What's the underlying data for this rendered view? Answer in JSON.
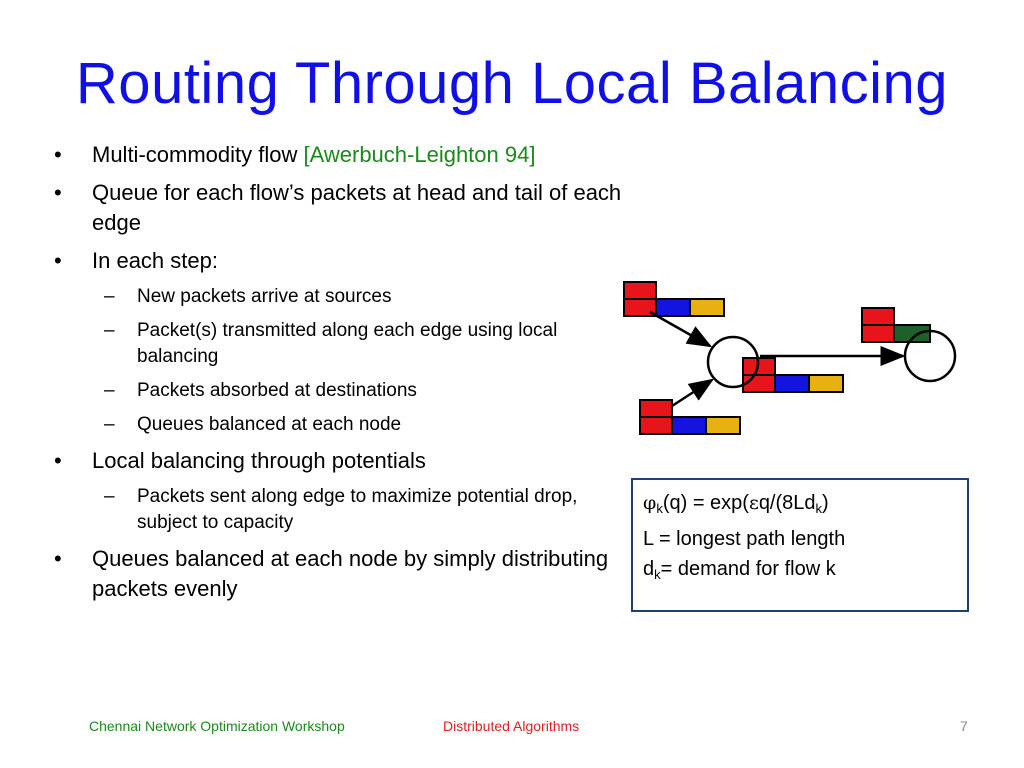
{
  "slide": {
    "title": "Routing Through Local Balancing"
  },
  "bullets": {
    "b1_text": "Multi-commodity flow ",
    "b1_cite": "[Awerbuch-Leighton 94]",
    "b2": "Queue for each flow’s packets at head and tail of each edge",
    "b3": "In each step:",
    "b3_1": "New packets arrive at sources",
    "b3_2": "Packet(s) transmitted along each edge using local balancing",
    "b3_3": "Packets absorbed at destinations",
    "b3_4": "Queues balanced at each node",
    "b4": "Local balancing through potentials",
    "b4_1": "Packets sent along edge to maximize potential drop, subject to capacity",
    "b5": "Queues balanced at each node by simply distributing packets evenly"
  },
  "formula": {
    "phi": "φ",
    "k1": "k",
    "line1_a": "(q) = exp(",
    "epsilon": "ε",
    "line1_b": "q/(8Ld",
    "k2": "k",
    "line1_c": ")",
    "line2": "L = longest path length",
    "d": "d",
    "k3": "k",
    "line3_rest": "= demand for flow k"
  },
  "footer": {
    "left": "Chennai Network Optimization Workshop",
    "middle": "Distributed Algorithms",
    "page": "7"
  },
  "colors": {
    "title": "#1010e6",
    "citation": "#1a8a1a",
    "footer_left": "#1a8a1a",
    "footer_middle": "#e02020",
    "packet_red": "#e8141c",
    "packet_blue": "#1414e0",
    "packet_yellow": "#e8b010",
    "packet_green": "#1f5f2a",
    "box_border": "#1f3f6e"
  }
}
